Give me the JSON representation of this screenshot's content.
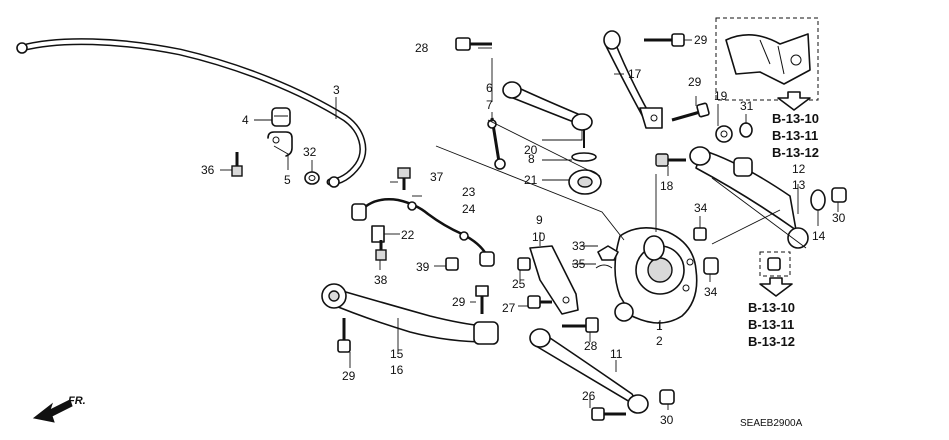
{
  "diagram_code": "SEAEB2900A",
  "direction_label": "FR.",
  "callouts": {
    "c1": "1",
    "c2": "2",
    "c3": "3",
    "c4": "4",
    "c5": "5",
    "c6": "6",
    "c7": "7",
    "c8": "8",
    "c9": "9",
    "c10": "10",
    "c11": "11",
    "c12": "12",
    "c13": "13",
    "c14": "14",
    "c15": "15",
    "c16": "16",
    "c17": "17",
    "c18": "18",
    "c19": "19",
    "c20": "20",
    "c21": "21",
    "c22": "22",
    "c23": "23",
    "c24": "24",
    "c25": "25",
    "c26": "26",
    "c27": "27",
    "c28a": "28",
    "c28b": "28",
    "c29a": "29",
    "c29b": "29",
    "c29c": "29",
    "c29d": "29",
    "c30a": "30",
    "c30b": "30",
    "c31": "31",
    "c32": "32",
    "c33": "33",
    "c34a": "34",
    "c34b": "34",
    "c35": "35",
    "c36": "36",
    "c37": "37",
    "c38": "38",
    "c39": "39"
  },
  "references": {
    "top": [
      "B-13-10",
      "B-13-11",
      "B-13-12"
    ],
    "bottom": [
      "B-13-10",
      "B-13-11",
      "B-13-12"
    ]
  }
}
